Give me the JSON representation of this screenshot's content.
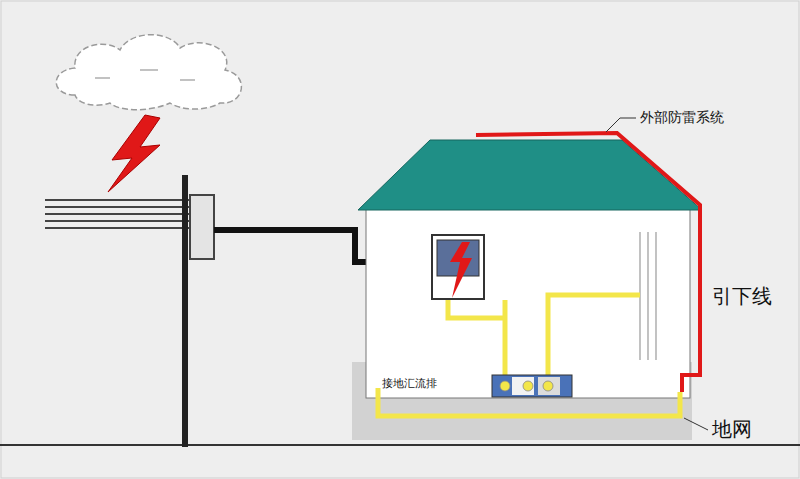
{
  "diagram": {
    "labels": [
      "外部防雷系统",
      "引下线",
      "接地汇流排",
      "地网"
    ]
  }
}
